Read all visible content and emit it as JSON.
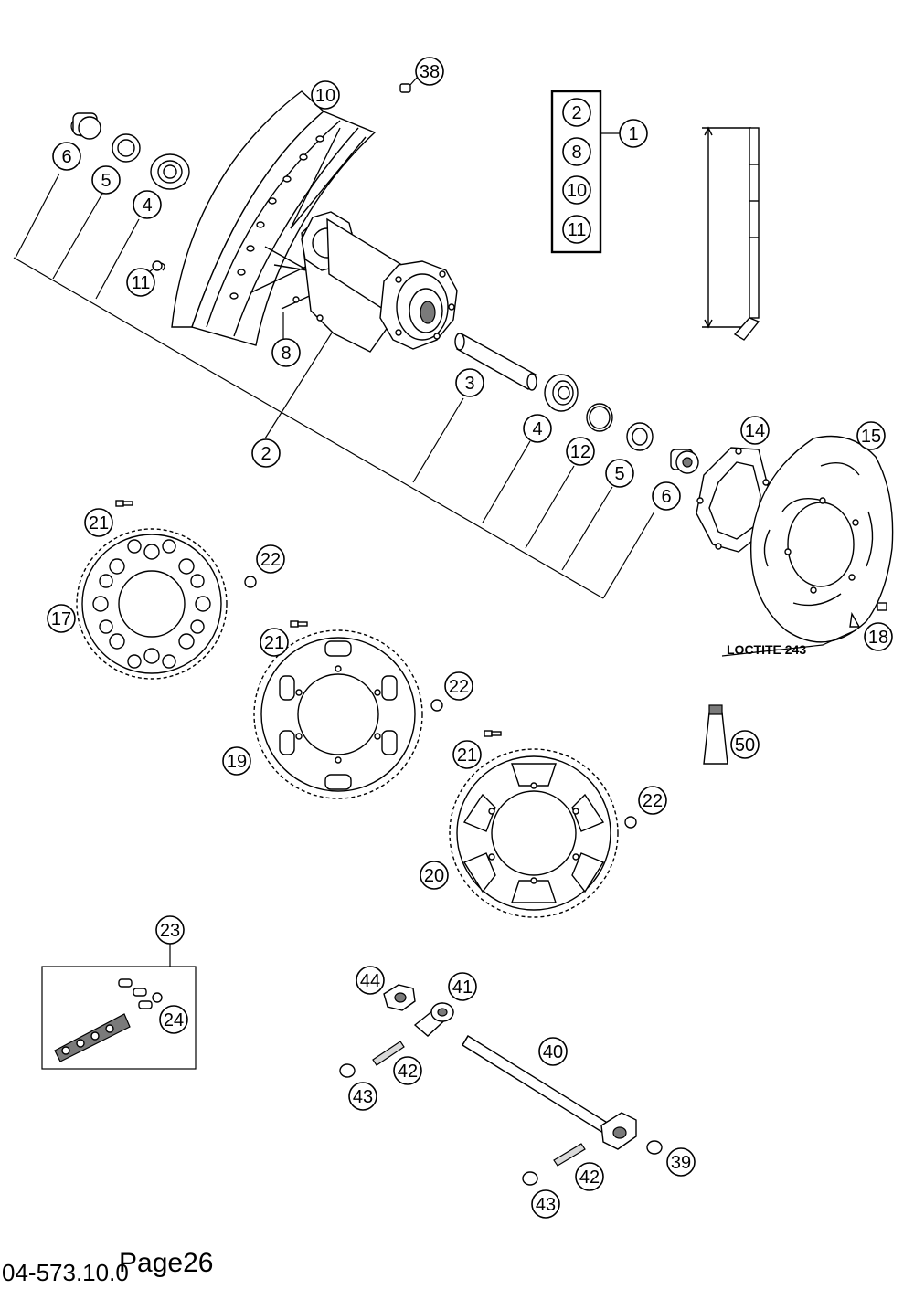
{
  "footer": {
    "code": "04-573.10.0",
    "page": "Page26"
  },
  "notes": {
    "loctite": "LOCTITE 243"
  },
  "kit": {
    "number": "1",
    "items": [
      "2",
      "8",
      "10",
      "11"
    ]
  },
  "callouts": {
    "c38": "38",
    "c10": "10",
    "c6a": "6",
    "c5a": "5",
    "c4a": "4",
    "c11": "11",
    "c8": "8",
    "c2": "2",
    "c3": "3",
    "c4b": "4",
    "c12": "12",
    "c5b": "5",
    "c6b": "6",
    "c14": "14",
    "c15": "15",
    "c18": "18",
    "c21a": "21",
    "c22a": "22",
    "c17": "17",
    "c21b": "21",
    "c22b": "22",
    "c19": "19",
    "c21c": "21",
    "c22c": "22",
    "c20": "20",
    "c50": "50",
    "c23": "23",
    "c24": "24",
    "c44": "44",
    "c41": "41",
    "c40": "40",
    "c42a": "42",
    "c43a": "43",
    "c42b": "42",
    "c43b": "43",
    "c39": "39"
  }
}
